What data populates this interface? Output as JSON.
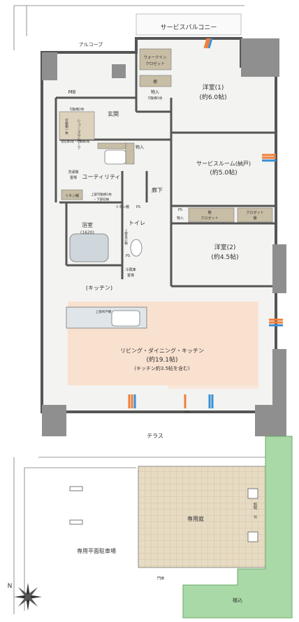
{
  "plan": {
    "service_balcony": "サービスバルコニー",
    "alcove": "アルコーブ",
    "mb": "MB",
    "walk_in_closet_1": "ウォークイン",
    "walk_in_closet_2": "クロゼット",
    "shelf": "棚",
    "storage": "物入",
    "movable_shelf": "可動棚1枚",
    "room1_name": "洋室(1)",
    "room1_size": "(約6.0帖)",
    "entrance": "玄関",
    "shoes_movable_top": "可動棚2枚",
    "shoes_cloak": "シューズクローク",
    "shoes_side": "可動棚一枚",
    "shoes_bottom": "固定棚1枚・可動棚2枚",
    "service_room_name": "サービスルーム(納戸)",
    "service_room_size": "(約5.0帖)",
    "utility": "ユーティリティ",
    "washer": "洗濯機",
    "washer_2": "置場",
    "linen_shelf": "リネン棚",
    "upper_cabinet_note": "上部可動棚1枚",
    "lower_cabinet_note": "・下部収納",
    "hallway": "廊下",
    "linen_shelf_2": "リネン棚",
    "ps": "PS",
    "bathroom": "浴室",
    "bathroom_size": "(1620)",
    "toilet": "トイレ",
    "toilet_cabinet": "上部吊戸棚",
    "closet": "クロゼット",
    "room2_name": "洋室(2)",
    "room2_size": "(約4.5帖)",
    "fridge": "冷蔵庫",
    "fridge_2": "置場",
    "kitchen": "(キッチン)",
    "kitchen_cabinet": "上部吊戸棚",
    "ldk_name": "リビング・ダイニング・キッチン",
    "ldk_size": "(約19.1帖)",
    "ldk_note": "(キッチン約3.5帖を含む)",
    "fix": "FIX",
    "terrace": "テラス",
    "private_garden": "専用庭",
    "private_parking": "専用平面駐車場",
    "garden_lights": "照明",
    "garden_lights_2": "付",
    "gate": "門扉",
    "planting": "植込",
    "north": "N"
  },
  "colors": {
    "wall": "#555555",
    "pillar": "#8f8f8f",
    "floor": "#f3f3f1",
    "ldk_highlight": "#f9e1cf",
    "storage_fill": "#c8bda5",
    "garden_tile": "#e6d9c0",
    "planting": "#a9d9a6",
    "bath": "#cfd6dc",
    "vent_orange": "#f07f3a",
    "vent_blue": "#3a8fd4"
  }
}
